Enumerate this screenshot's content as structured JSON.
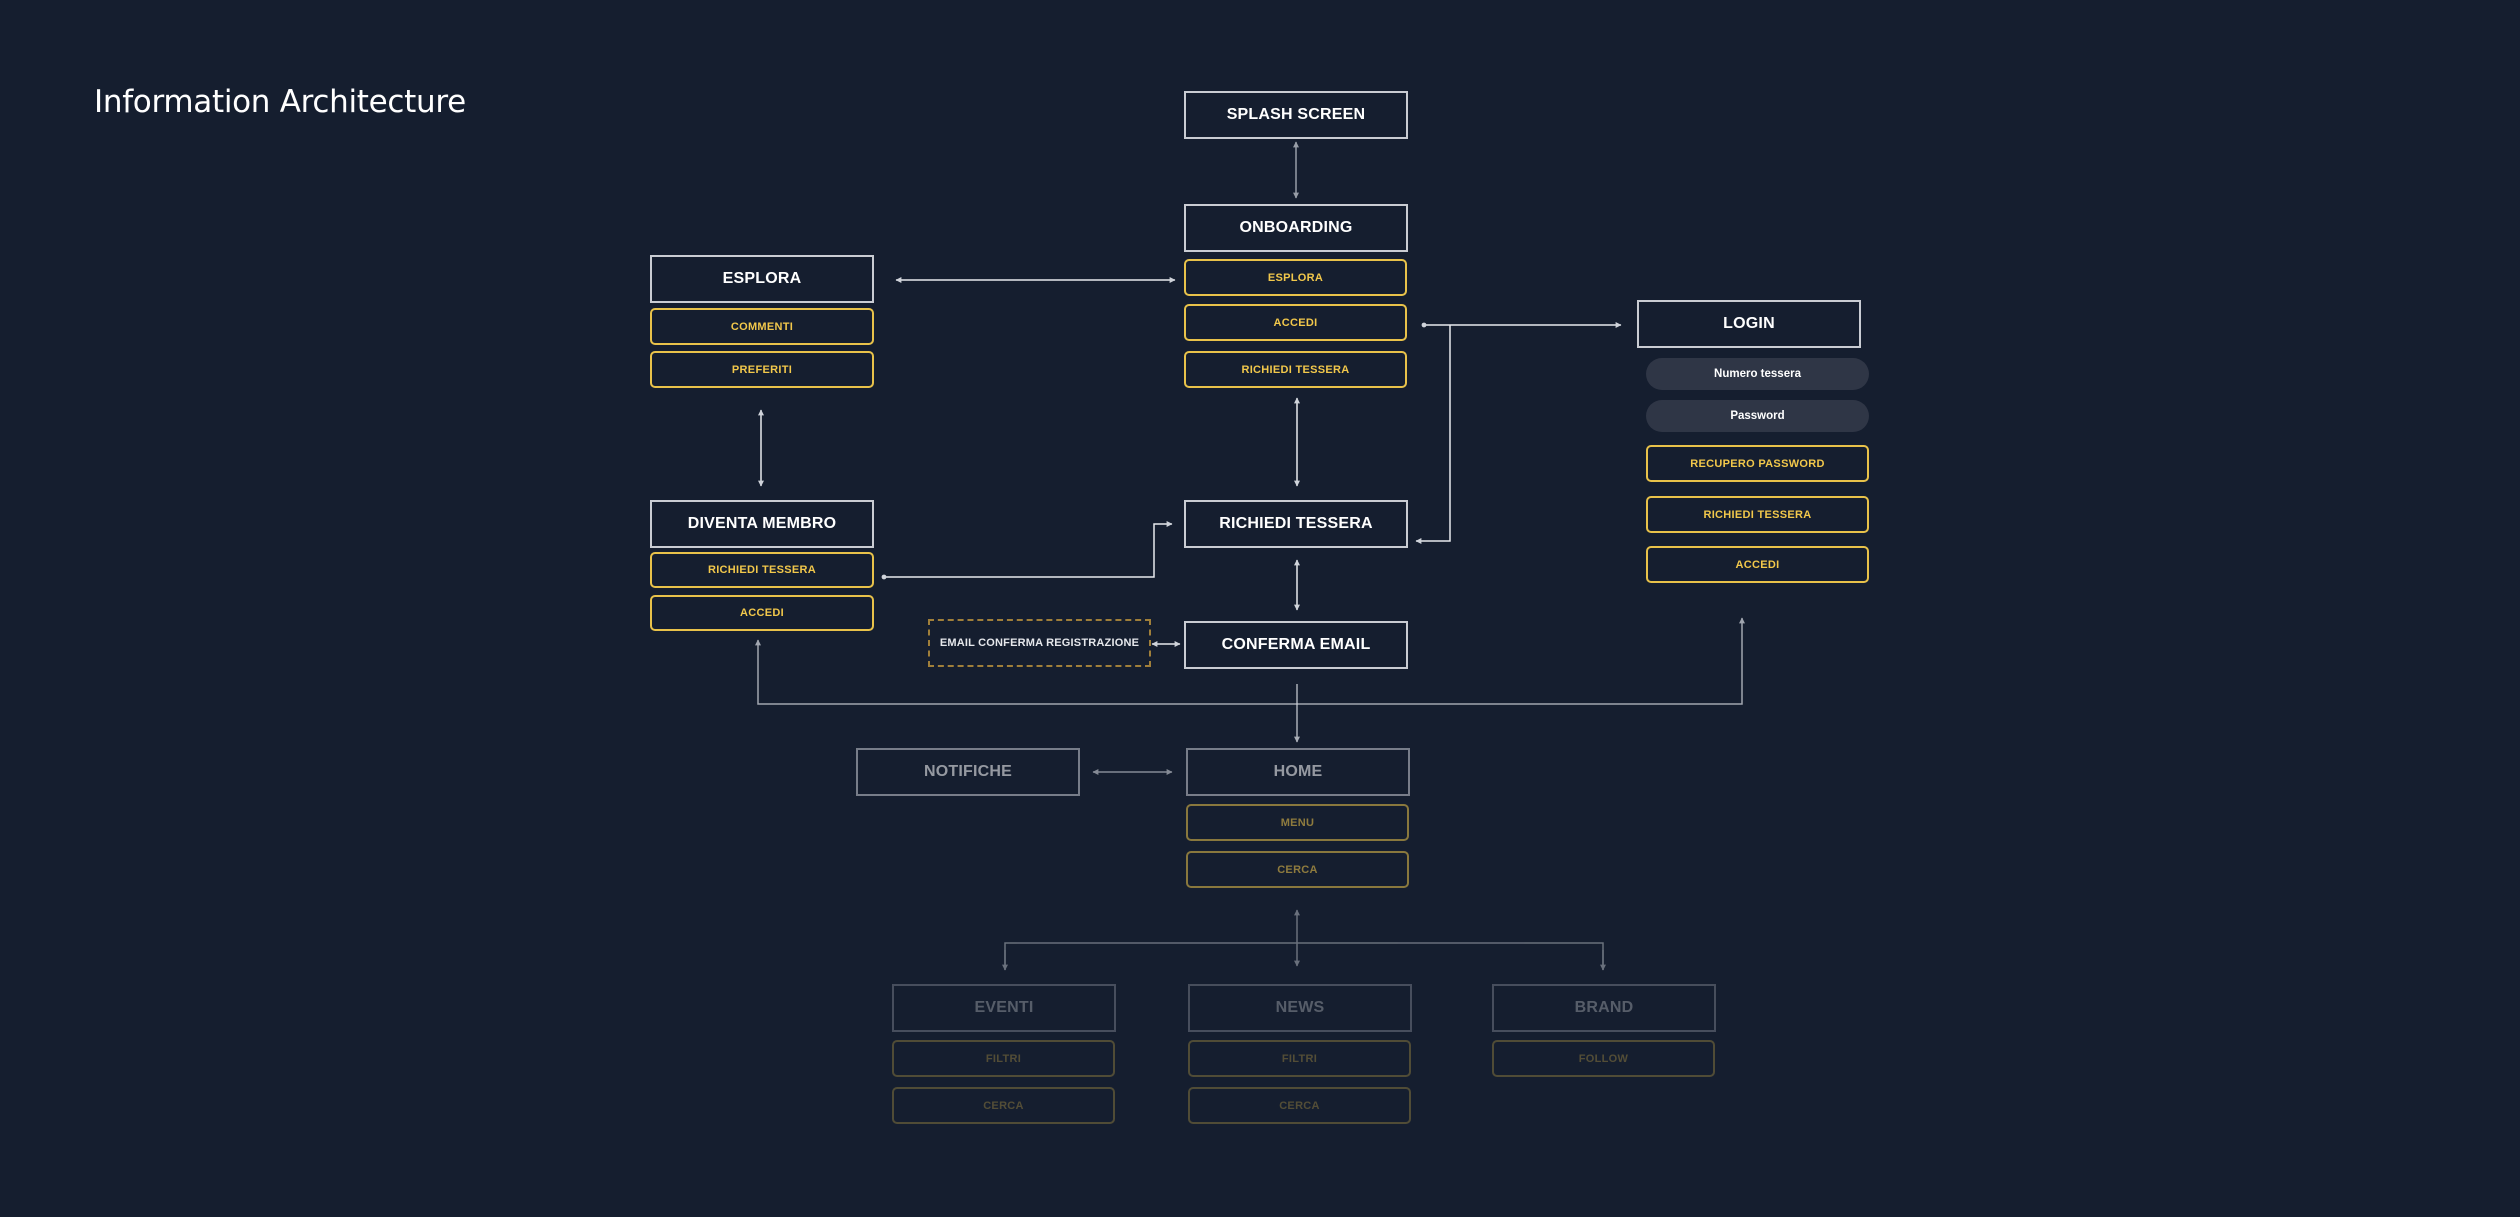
{
  "title": "Information Architecture",
  "nodes": {
    "splash": "SPLASH SCREEN",
    "onboarding": "ONBOARDING",
    "onboarding_esplora": "ESPLORA",
    "onboarding_accedi": "ACCEDI",
    "onboarding_richiedi": "RICHIEDI TESSERA",
    "esplora": "ESPLORA",
    "esplora_commenti": "COMMENTI",
    "esplora_preferiti": "PREFERITI",
    "login": "LOGIN",
    "login_numero": "Numero tessera",
    "login_password": "Password",
    "login_recupero": "RECUPERO PASSWORD",
    "login_richiedi": "RICHIEDI TESSERA",
    "login_accedi": "ACCEDI",
    "diventa": "DIVENTA MEMBRO",
    "diventa_richiedi": "RICHIEDI TESSERA",
    "diventa_accedi": "ACCEDI",
    "richiedi": "RICHIEDI TESSERA",
    "email_conferma": "EMAIL CONFERMA REGISTRAZIONE",
    "conferma_email": "CONFERMA EMAIL",
    "notifiche": "NOTIFICHE",
    "home": "HOME",
    "home_menu": "MENU",
    "home_cerca": "CERCA",
    "eventi": "EVENTI",
    "eventi_filtri": "FILTRI",
    "eventi_cerca": "CERCA",
    "news": "NEWS",
    "news_filtri": "FILTRI",
    "news_cerca": "CERCA",
    "brand": "BRAND",
    "brand_follow": "FOLLOW"
  },
  "colors": {
    "background": "#151e2f",
    "node_border": "#c9ccd3",
    "accent_yellow": "#f2c84b",
    "connector": "#cfd3da"
  }
}
